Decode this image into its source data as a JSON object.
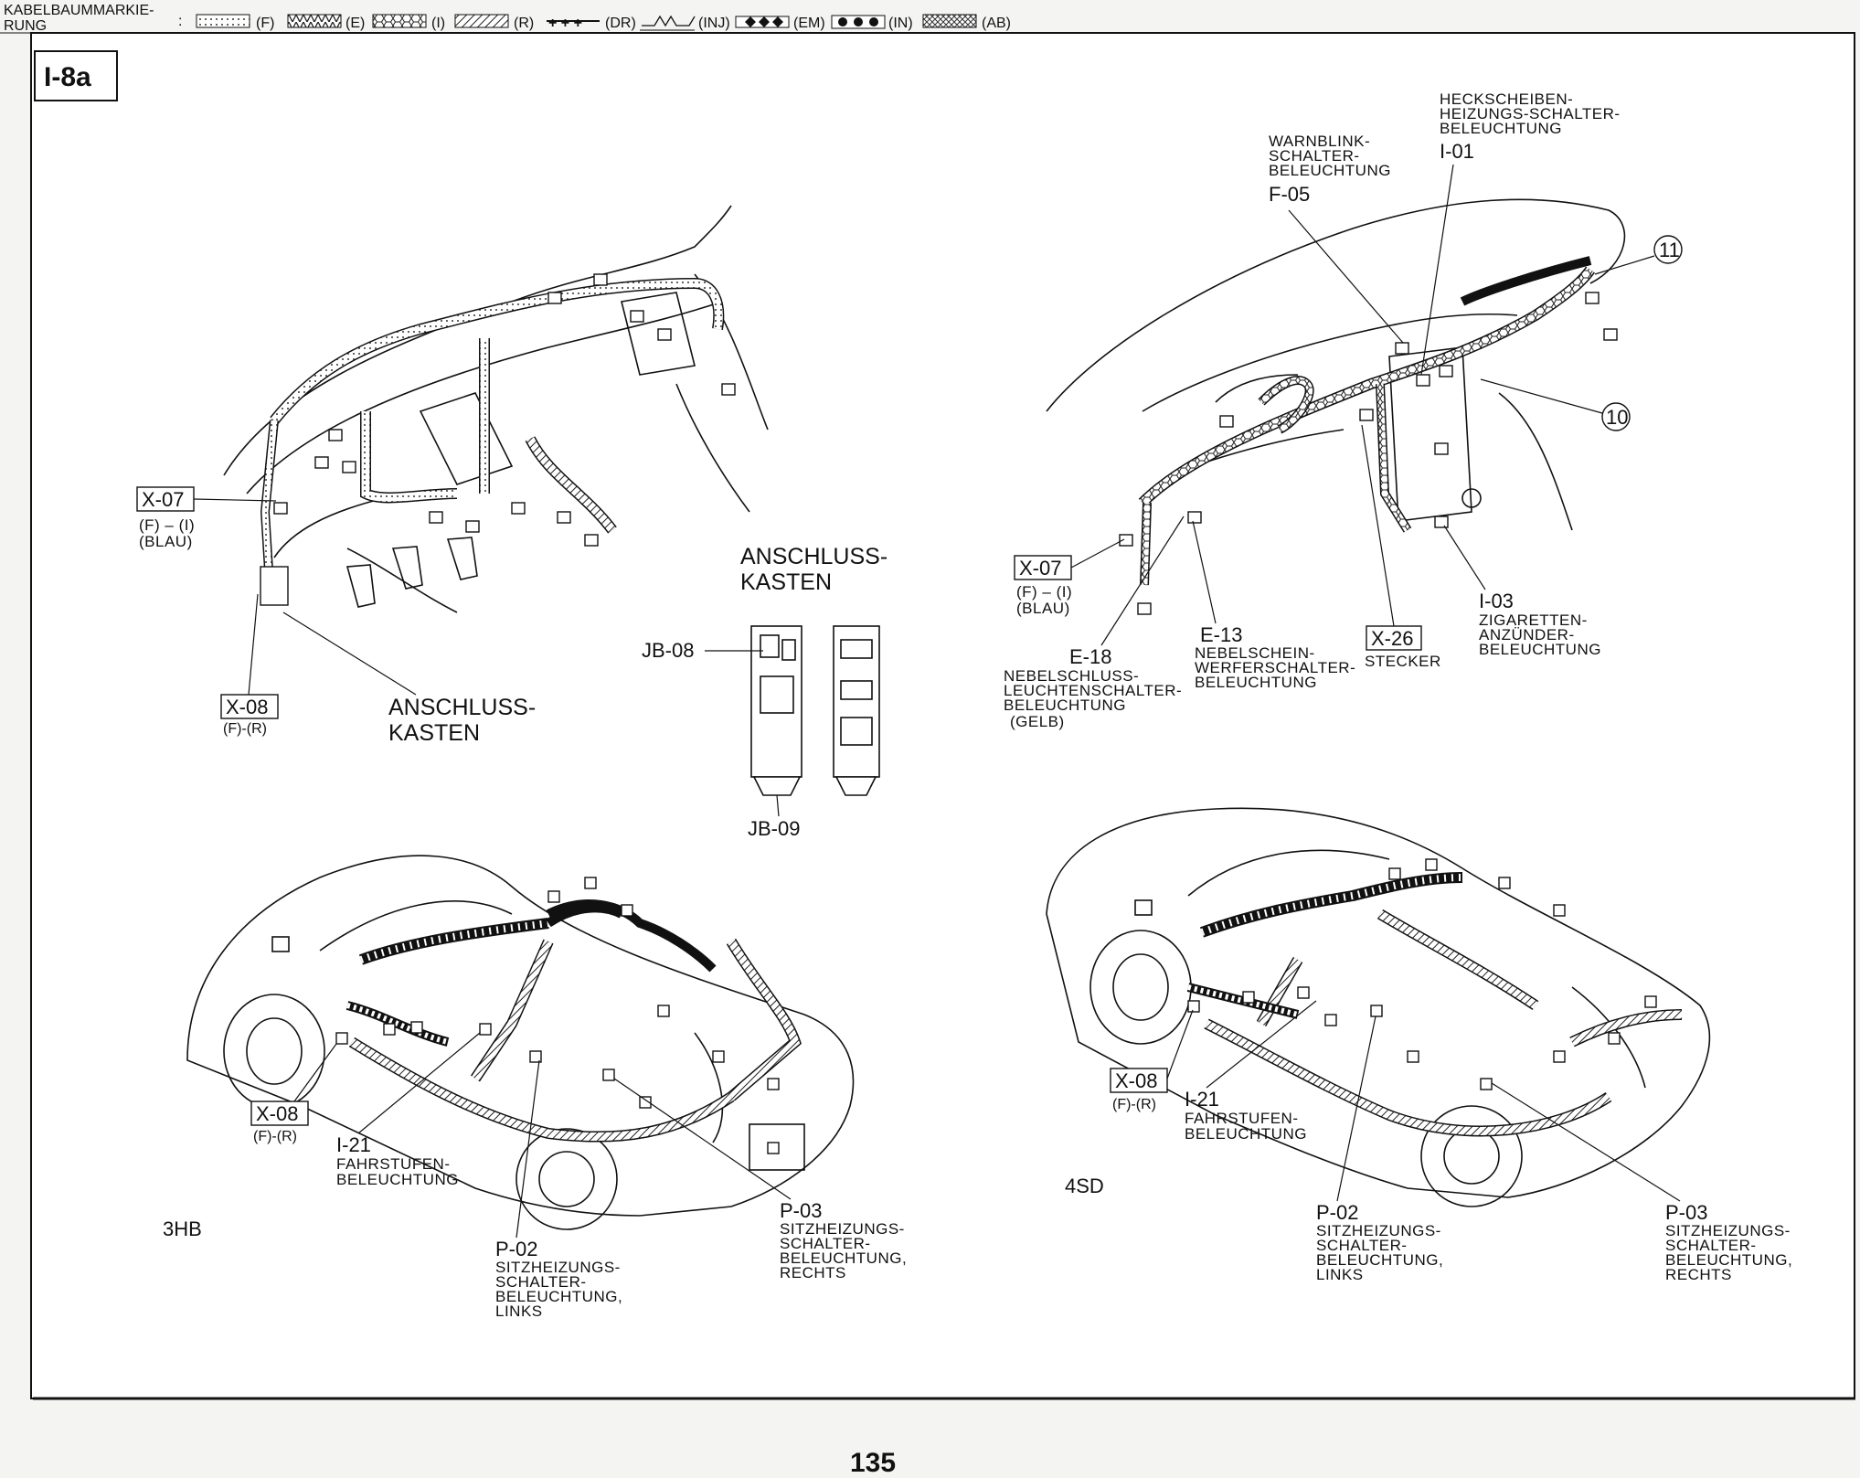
{
  "legend": {
    "title_line1": "KABELBAUMMARKIE-",
    "title_line2": "RUNG",
    "separator": ":",
    "items": [
      {
        "code": "(F)",
        "pattern": "dots"
      },
      {
        "code": "(E)",
        "pattern": "zigzag-hatch"
      },
      {
        "code": "(I)",
        "pattern": "hex"
      },
      {
        "code": "(R)",
        "pattern": "diag"
      },
      {
        "code": "(DR)",
        "pattern": "plus"
      },
      {
        "code": "(INJ)",
        "pattern": "wave"
      },
      {
        "code": "(EM)",
        "pattern": "diamond"
      },
      {
        "code": "(IN)",
        "pattern": "circle"
      },
      {
        "code": "(AB)",
        "pattern": "cross"
      }
    ]
  },
  "section_label": "I-8a",
  "page_number": "135",
  "top_left": {
    "x07": {
      "code": "X-07",
      "line1": "(F) – (I)",
      "line2": "(BLAU)"
    },
    "x08": {
      "code": "X-08",
      "line1": "(F)-(R)"
    },
    "kasten": {
      "line1": "ANSCHLUSS-",
      "line2": "KASTEN"
    }
  },
  "center": {
    "kasten": {
      "line1": "ANSCHLUSS-",
      "line2": "KASTEN"
    },
    "jb08": "JB-08",
    "jb09": "JB-09"
  },
  "top_right": {
    "i01": {
      "code": "I-01",
      "line1": "HECKSCHEIBEN-",
      "line2": "HEIZUNGS-SCHALTER-",
      "line3": "BELEUCHTUNG"
    },
    "f05": {
      "code": "F-05",
      "line1": "WARNBLINK-",
      "line2": "SCHALTER-",
      "line3": "BELEUCHTUNG"
    },
    "n11": "11",
    "n10": "10",
    "x07": {
      "code": "X-07",
      "line1": "(F) – (I)",
      "line2": "(BLAU)"
    },
    "e18": {
      "code": "E-18",
      "line1": "NEBELSCHLUSS-",
      "line2": "LEUCHTENSCHALTER-",
      "line3": "BELEUCHTUNG",
      "line4": "(GELB)"
    },
    "e13": {
      "code": "E-13",
      "line1": "NEBELSCHEIN-",
      "line2": "WERFERSCHALTER-",
      "line3": "BELEUCHTUNG"
    },
    "x26": {
      "code": "X-26",
      "line1": "STECKER"
    },
    "i03": {
      "code": "I-03",
      "line1": "ZIGARETTEN-",
      "line2": "ANZÜNDER-",
      "line3": "BELEUCHTUNG"
    }
  },
  "bottom_left": {
    "model": "3HB",
    "x08": {
      "code": "X-08",
      "line1": "(F)-(R)"
    },
    "i21": {
      "code": "I-21",
      "line1": "FAHRSTUFEN-",
      "line2": "BELEUCHTUNG"
    },
    "p02": {
      "code": "P-02",
      "line1": "SITZHEIZUNGS-",
      "line2": "SCHALTER-",
      "line3": "BELEUCHTUNG,",
      "line4": "LINKS"
    },
    "p03": {
      "code": "P-03",
      "line1": "SITZHEIZUNGS-",
      "line2": "SCHALTER-",
      "line3": "BELEUCHTUNG,",
      "line4": "RECHTS"
    }
  },
  "bottom_right": {
    "model": "4SD",
    "x08": {
      "code": "X-08",
      "line1": "(F)-(R)"
    },
    "i21": {
      "code": "I-21",
      "line1": "FAHRSTUFEN-",
      "line2": "BELEUCHTUNG"
    },
    "p02": {
      "code": "P-02",
      "line1": "SITZHEIZUNGS-",
      "line2": "SCHALTER-",
      "line3": "BELEUCHTUNG,",
      "line4": "LINKS"
    },
    "p03": {
      "code": "P-03",
      "line1": "SITZHEIZUNGS-",
      "line2": "SCHALTER-",
      "line3": "BELEUCHTUNG,",
      "line4": "RECHTS"
    }
  }
}
